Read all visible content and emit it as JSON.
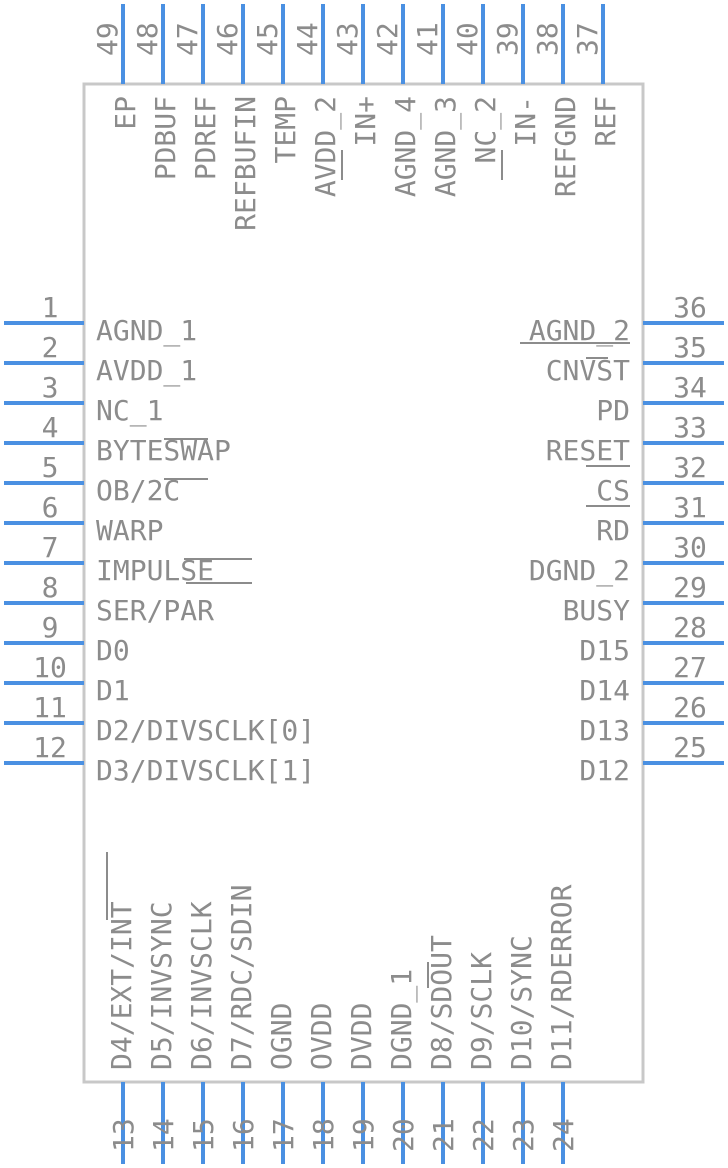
{
  "component": {
    "colors": {
      "pin": "#4a90e2",
      "outline": "#c8c8c8",
      "text": "#8c8c8c",
      "background": "#ffffff"
    },
    "left_pins": [
      {
        "number": "1",
        "label": "AGND_1"
      },
      {
        "number": "2",
        "label": "AVDD_1"
      },
      {
        "number": "3",
        "label": "NC_1"
      },
      {
        "number": "4",
        "label": "BYTESWAP"
      },
      {
        "number": "5",
        "label": "OB/2C"
      },
      {
        "number": "6",
        "label": "WARP"
      },
      {
        "number": "7",
        "label": "IMPULSE"
      },
      {
        "number": "8",
        "label": "SER/PAR"
      },
      {
        "number": "9",
        "label": "D0"
      },
      {
        "number": "10",
        "label": "D1"
      },
      {
        "number": "11",
        "label": "D2/DIVSCLK[0]"
      },
      {
        "number": "12",
        "label": "D3/DIVSCLK[1]"
      }
    ],
    "right_pins": [
      {
        "number": "36",
        "label": "AGND_2"
      },
      {
        "number": "35",
        "label": "CNVST"
      },
      {
        "number": "34",
        "label": "PD"
      },
      {
        "number": "33",
        "label": "RESET"
      },
      {
        "number": "32",
        "label": "CS"
      },
      {
        "number": "31",
        "label": "RD"
      },
      {
        "number": "30",
        "label": "DGND_2"
      },
      {
        "number": "29",
        "label": "BUSY"
      },
      {
        "number": "28",
        "label": "D15"
      },
      {
        "number": "27",
        "label": "D14"
      },
      {
        "number": "26",
        "label": "D13"
      },
      {
        "number": "25",
        "label": "D12"
      }
    ],
    "bottom_pins": [
      {
        "number": "13",
        "label": "D4/EXT/INT"
      },
      {
        "number": "14",
        "label": "D5/INVSYNC"
      },
      {
        "number": "15",
        "label": "D6/INVSCLK"
      },
      {
        "number": "16",
        "label": "D7/RDC/SDIN"
      },
      {
        "number": "17",
        "label": "OGND"
      },
      {
        "number": "18",
        "label": "OVDD"
      },
      {
        "number": "19",
        "label": "DVDD"
      },
      {
        "number": "20",
        "label": "DGND_1"
      },
      {
        "number": "21",
        "label": "D8/SDOUT"
      },
      {
        "number": "22",
        "label": "D9/SCLK"
      },
      {
        "number": "23",
        "label": "D10/SYNC"
      },
      {
        "number": "24",
        "label": "D11/RDERROR"
      }
    ],
    "top_pins": [
      {
        "number": "49",
        "label": "EP"
      },
      {
        "number": "48",
        "label": "PDBUF"
      },
      {
        "number": "47",
        "label": "PDREF"
      },
      {
        "number": "46",
        "label": "REFBUFIN"
      },
      {
        "number": "45",
        "label": "TEMP"
      },
      {
        "number": "44",
        "label": "AVDD_2"
      },
      {
        "number": "43",
        "label": "IN+"
      },
      {
        "number": "42",
        "label": "AGND_4"
      },
      {
        "number": "41",
        "label": "AGND_3"
      },
      {
        "number": "40",
        "label": "NC_2"
      },
      {
        "number": "39",
        "label": "IN-"
      },
      {
        "number": "38",
        "label": "REFGND"
      },
      {
        "number": "37",
        "label": "REF"
      }
    ]
  }
}
